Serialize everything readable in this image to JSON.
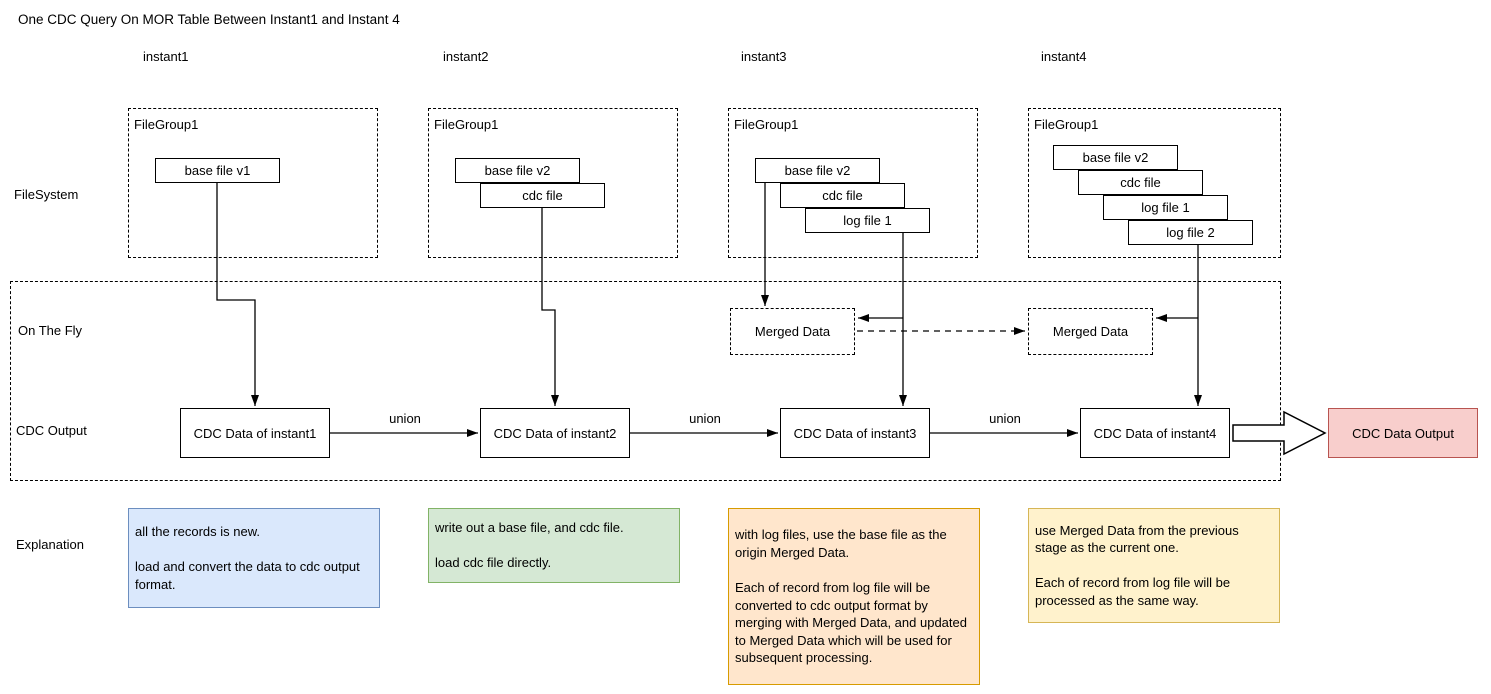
{
  "title": "One CDC Query On MOR Table Between Instant1 and Instant 4",
  "row_labels": {
    "filesystem": "FileSystem",
    "on_the_fly": "On The Fly",
    "cdc_output": "CDC Output",
    "explanation": "Explanation"
  },
  "union_label": "union",
  "output": {
    "label": "CDC Data Output"
  },
  "columns": [
    {
      "label": "instant1",
      "filegroup": "FileGroup1",
      "files": [
        "base file v1"
      ],
      "cdc": "CDC Data of instant1",
      "explanation": "all the records is new.\n\nload and convert the data to cdc output format."
    },
    {
      "label": "instant2",
      "filegroup": "FileGroup1",
      "files": [
        "base file v2",
        "cdc file"
      ],
      "cdc": "CDC Data of instant2",
      "explanation": "write out a base file, and cdc file.\n\nload cdc file directly."
    },
    {
      "label": "instant3",
      "filegroup": "FileGroup1",
      "files": [
        "base file v2",
        "cdc file",
        "log file 1"
      ],
      "cdc": "CDC Data of instant3",
      "merged": "Merged Data",
      "explanation": "with log files, use the base file as the origin Merged Data.\n\nEach of record from log file will be converted to cdc output format by merging with Merged Data, and updated to Merged Data which will be used for subsequent processing."
    },
    {
      "label": "instant4",
      "filegroup": "FileGroup1",
      "files": [
        "base file v2",
        "cdc file",
        "log file 1",
        "log file 2"
      ],
      "cdc": "CDC Data of instant4",
      "merged": "Merged Data",
      "explanation": "use Merged Data from the previous stage as the current one.\n\nEach of record from log file will be processed as the same way."
    }
  ],
  "colors": {
    "explanation_instant1_fill": "#dae8fc",
    "explanation_instant1_border": "#6c8ebf",
    "explanation_instant2_fill": "#d5e8d4",
    "explanation_instant2_border": "#82b366",
    "explanation_instant3_fill": "#ffe6cc",
    "explanation_instant3_border": "#d79b00",
    "explanation_instant4_fill": "#fff2cc",
    "explanation_instant4_border": "#d6b656",
    "output_fill": "#f8cecc",
    "output_border": "#b85450"
  }
}
